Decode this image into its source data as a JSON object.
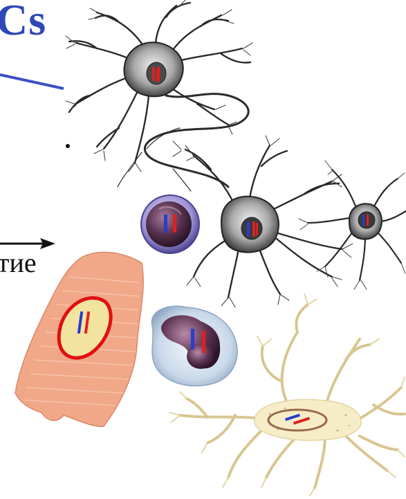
{
  "labels": {
    "top_fragment": "Cs",
    "arrow_caption_fragment": "тие"
  },
  "colors": {
    "label_blue": "#2e48b8",
    "chromosome_red": "#e02020",
    "chromosome_blue": "#2a3ccc",
    "muscle_fill": "#f0a888",
    "muscle_nucleus_outline": "#e01010",
    "muscle_nucleus_fill": "#f2e3a0",
    "glial_fill": "#f6edc8",
    "neuron_ink": "#2a2a2a"
  },
  "cells": [
    {
      "kind": "neuron",
      "position": "top-center",
      "icon": "neuron-icon"
    },
    {
      "kind": "neuron",
      "position": "middle-right",
      "icon": "neuron-icon"
    },
    {
      "kind": "neuron",
      "position": "far-right",
      "icon": "neuron-icon"
    },
    {
      "kind": "lymphocyte",
      "position": "center",
      "icon": "round-blood-cell-icon"
    },
    {
      "kind": "muscle-cell",
      "position": "lower-left",
      "icon": "muscle-fiber-icon"
    },
    {
      "kind": "granulocyte",
      "position": "lower-center",
      "icon": "lobed-blood-cell-icon"
    },
    {
      "kind": "glial-cell",
      "position": "bottom-right",
      "icon": "astrocyte-icon"
    }
  ]
}
